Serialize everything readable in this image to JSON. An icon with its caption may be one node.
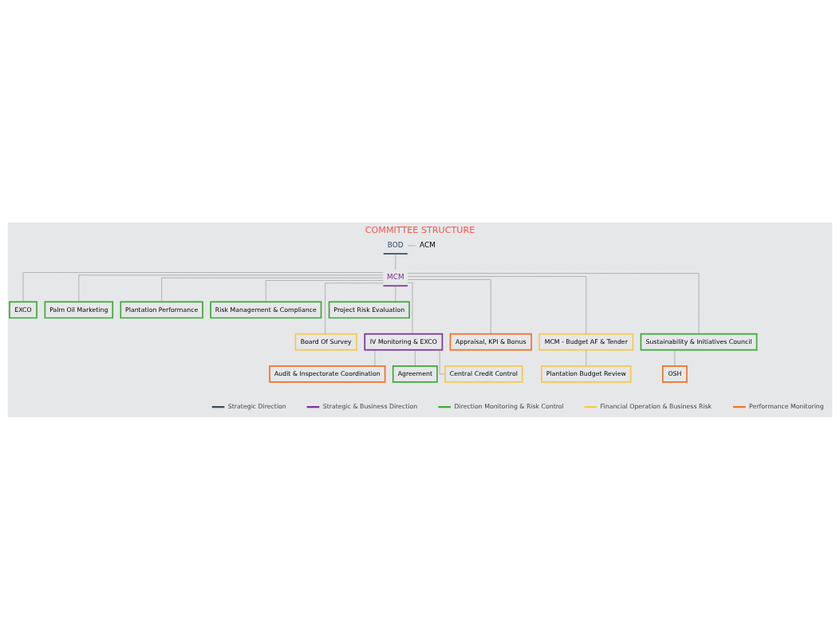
{
  "diagram": {
    "title": "COMMITTEE STRUCTURE",
    "nodes": [
      {
        "text": [
          "BOD"
        ]
      },
      {
        "text": [
          "ACM"
        ]
      },
      {
        "text": [
          "MCM"
        ]
      },
      {
        "text": [
          "EXCO"
        ]
      },
      {
        "text": [
          "Palm Oil Marketing"
        ]
      },
      {
        "text": [
          "Plantation Performance"
        ]
      },
      {
        "text": [
          "Risk Management & Compliance"
        ]
      },
      {
        "text": [
          "Project Risk Evaluation"
        ]
      },
      {
        "text": [
          "Board Of Survey"
        ]
      },
      {
        "text": [
          "IV Monitoring & EXCO"
        ]
      },
      {
        "text": [
          "Appraisal, KPI & Bonus"
        ]
      },
      {
        "text": [
          "MCM - Budget AF & Tender"
        ]
      },
      {
        "text": [
          "Sustainability & Initiatives Council"
        ]
      },
      {
        "text": [
          "Audit & Inspectorate Coordination"
        ]
      },
      {
        "text": [
          "Agreement"
        ]
      },
      {
        "text": [
          "Central Credit Control"
        ]
      },
      {
        "text": [
          "Plantation Budget Review"
        ]
      },
      {
        "text": [
          "OSH"
        ]
      }
    ],
    "edges": [
      {
        "from": 0,
        "to": 1,
        "arrow": "none"
      },
      {
        "from": 0,
        "to": 2,
        "arrow": "none"
      },
      {
        "from": 2,
        "to": 3,
        "arrow": "none"
      },
      {
        "from": 2,
        "to": 8,
        "arrow": "none"
      },
      {
        "from": 2,
        "to": 4,
        "arrow": "none"
      },
      {
        "from": 2,
        "to": 9,
        "arrow": "none"
      },
      {
        "from": 2,
        "to": 5,
        "arrow": "none"
      },
      {
        "from": 2,
        "to": 10,
        "arrow": "none"
      },
      {
        "from": 2,
        "to": 6,
        "arrow": "none"
      },
      {
        "from": 2,
        "to": 11,
        "arrow": "none"
      },
      {
        "from": 2,
        "to": 7,
        "arrow": "none"
      },
      {
        "from": 2,
        "to": 12,
        "arrow": "none"
      },
      {
        "from": 9,
        "to": 13,
        "arrow": "none"
      },
      {
        "from": 9,
        "to": 14,
        "arrow": "none"
      },
      {
        "from": 9,
        "to": 15,
        "arrow": "none"
      },
      {
        "from": 11,
        "to": 16,
        "arrow": "none"
      },
      {
        "from": 12,
        "to": 17,
        "arrow": "none"
      }
    ],
    "legend": [
      {
        "text": "Strategic Direction"
      },
      {
        "text": "Strategic & Business Direction"
      },
      {
        "text": "Direction Monitoring & Risk Control"
      },
      {
        "text": "Financial Operation & Business Risk"
      },
      {
        "text": "Performance Monitoring"
      }
    ]
  }
}
